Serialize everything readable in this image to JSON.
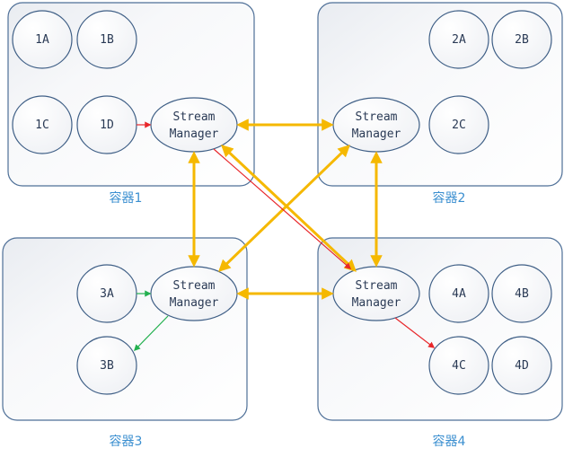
{
  "containers": [
    {
      "label": "容器1",
      "nodes": [
        "1A",
        "1B",
        "1C",
        "1D"
      ],
      "manager": [
        "Stream",
        "Manager"
      ]
    },
    {
      "label": "容器2",
      "nodes": [
        "2A",
        "2B",
        "2C"
      ],
      "manager": [
        "Stream",
        "Manager"
      ]
    },
    {
      "label": "容器3",
      "nodes": [
        "3A",
        "3B"
      ],
      "manager": [
        "Stream",
        "Manager"
      ]
    },
    {
      "label": "容器4",
      "nodes": [
        "4A",
        "4B",
        "4C",
        "4D"
      ],
      "manager": [
        "Stream",
        "Manager"
      ]
    }
  ],
  "colors": {
    "manager_link": "#f5b800",
    "red_link": "#e8262a",
    "green_link": "#23b04f",
    "node_stroke": "#3f5f86",
    "caption": "#3b8fd0"
  }
}
